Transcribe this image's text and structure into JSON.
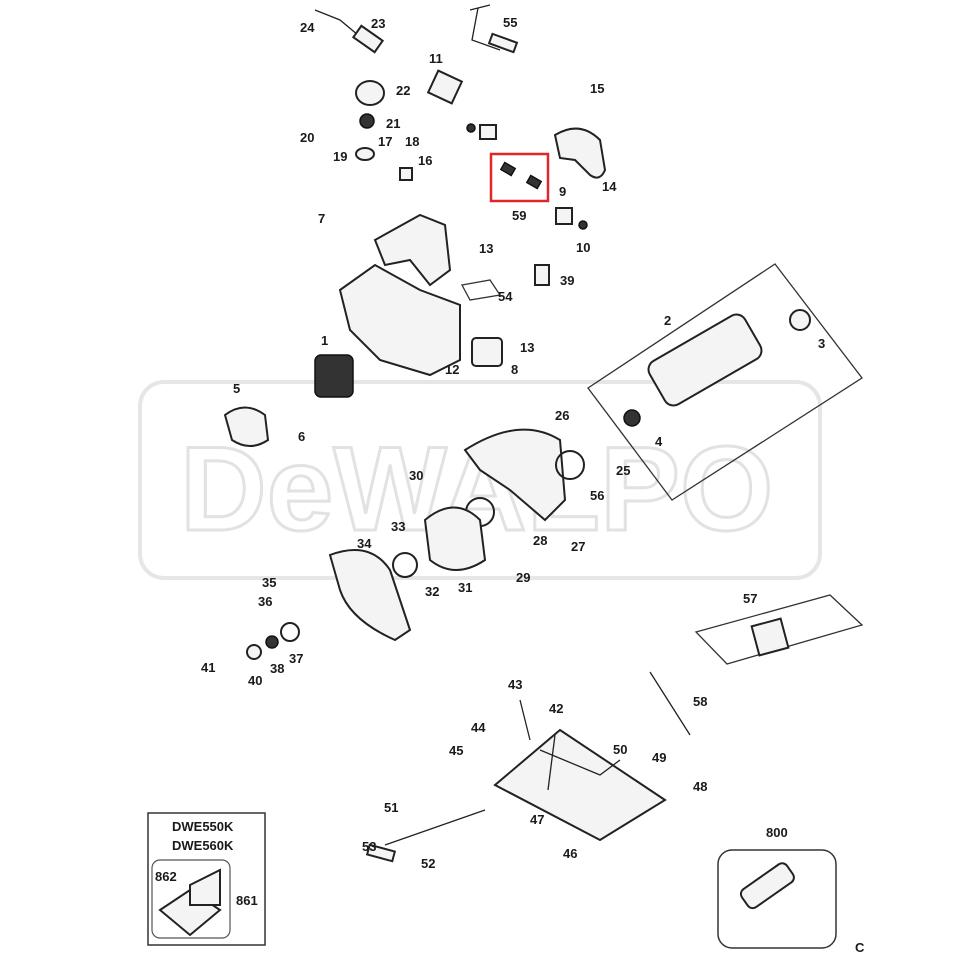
{
  "diagram": {
    "title_watermark": "DeWALPO",
    "highlight_color": "#e0262b",
    "labels": [
      "24",
      "23",
      "55",
      "11",
      "22",
      "15",
      "21",
      "20",
      "17",
      "18",
      "19",
      "16",
      "14",
      "59",
      "9",
      "7",
      "13",
      "10",
      "39",
      "54",
      "2",
      "3",
      "1",
      "13",
      "12",
      "8",
      "5",
      "6",
      "26",
      "4",
      "25",
      "30",
      "56",
      "33",
      "34",
      "28",
      "27",
      "29",
      "31",
      "32",
      "35",
      "36",
      "57",
      "37",
      "38",
      "41",
      "40",
      "43",
      "42",
      "58",
      "44",
      "45",
      "50",
      "49",
      "48",
      "51",
      "47",
      "53",
      "52",
      "46",
      "800",
      "862",
      "861"
    ],
    "kit_box": {
      "models": [
        "DWE550K",
        "DWE560K"
      ]
    },
    "corner_mark": "C"
  }
}
